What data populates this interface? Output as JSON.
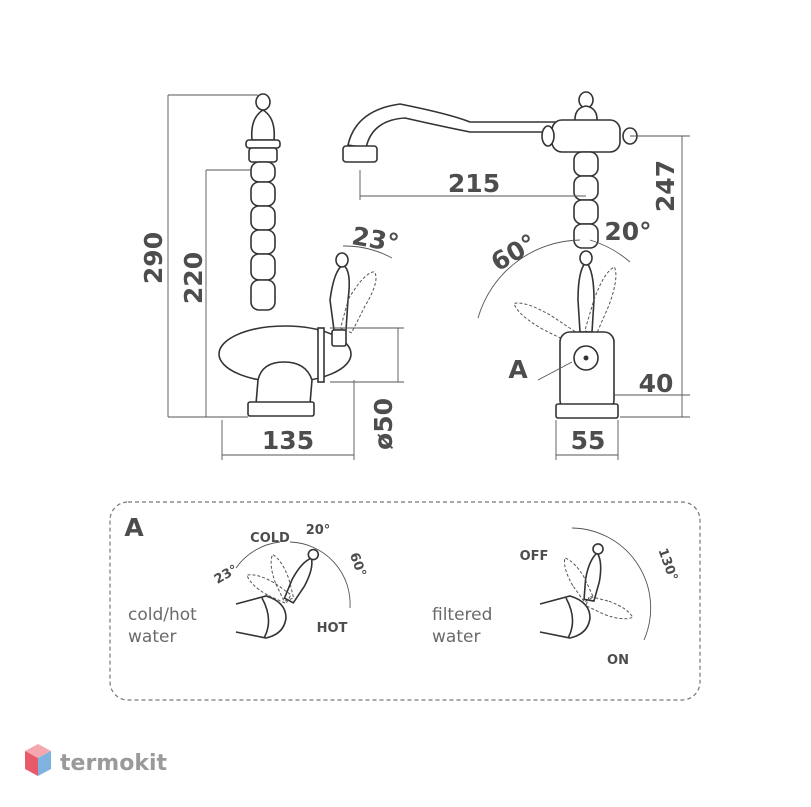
{
  "dimensions": {
    "height_total": "290",
    "height_spout": "220",
    "base_depth": "135",
    "diameter": "ø50",
    "spout_reach": "215",
    "height_right": "247",
    "base_width": "55",
    "handle_offset": "40",
    "angle_23": "23°",
    "angle_60": "60°",
    "angle_20": "20°"
  },
  "detail": {
    "marker": "A",
    "callout": "A",
    "cold_label": "COLD",
    "hot_label": "HOT",
    "angle_20": "20°",
    "angle_23": "23°",
    "angle_60": "60°",
    "left_desc_line1": "cold/hot",
    "left_desc_line2": "water",
    "off_label": "OFF",
    "on_label": "ON",
    "angle_130": "130°",
    "right_desc_line1": "filtered",
    "right_desc_line2": "water"
  },
  "brand": {
    "name": "termokit",
    "colors": {
      "top": "#f4a7ae",
      "left": "#e85a6a",
      "right": "#7fb2e0"
    }
  }
}
